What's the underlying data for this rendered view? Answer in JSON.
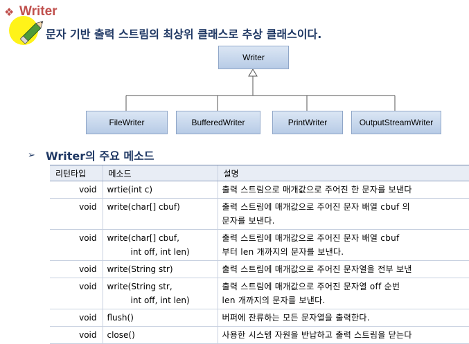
{
  "title": {
    "bullet": "❖",
    "text": "Writer"
  },
  "subtitle": {
    "bullet": "➢",
    "text": "문자 기반 출력 스트림의 최상위 클래스로 추상 클래스이다."
  },
  "hierarchy": {
    "root": "Writer",
    "children": [
      "FileWriter",
      "BufferedWriter",
      "PrintWriter",
      "OutputStreamWriter"
    ]
  },
  "section": {
    "bullet": "➢",
    "text": "Writer의 주요 메소드"
  },
  "table": {
    "headers": [
      "리턴타입",
      "메소드",
      "설명"
    ],
    "rows": [
      {
        "type": "void",
        "method": [
          "wrtie(int c)"
        ],
        "desc": [
          "출력 스트림으로 매개값으로 주어진 한 문자를 보낸다"
        ]
      },
      {
        "type": "void",
        "method": [
          "write(char[] cbuf)"
        ],
        "desc": [
          "출력 스트림에 매개값으로 주어진 문자 배열 cbuf 의",
          "문자를 보낸다."
        ]
      },
      {
        "type": "void",
        "method": [
          "write(char[] cbuf,",
          "int off, int len)"
        ],
        "desc": [
          "출력 스트림에 매개값으로 주어진 문자 배열 cbuf",
          "부터 len 개까지의 문자를 보낸다."
        ]
      },
      {
        "type": "void",
        "method": [
          "write(String str)"
        ],
        "desc": [
          "출력 스트림에 매개값으로 주어진 문자열을 전부 보낸"
        ]
      },
      {
        "type": "void",
        "method": [
          "write(String str,",
          "int off, int len)"
        ],
        "desc": [
          "출력 스트림에 매개값으로 주어진 문자열 off 순번",
          "len 개까지의 문자를 보낸다."
        ]
      },
      {
        "type": "void",
        "method": [
          "flush()"
        ],
        "desc": [
          "버퍼에 잔류하는 모든 문자열을 출력한다."
        ]
      },
      {
        "type": "void",
        "method": [
          "close()"
        ],
        "desc": [
          "사용한 시스템 자원을 반납하고 출력 스트림을 닫는다"
        ]
      }
    ]
  },
  "colors": {
    "title": "#c0504d",
    "heading": "#1f3864",
    "box": "#b7cbe6",
    "cursor": "#fff200"
  },
  "icons": {
    "cursor": "pencil-pointer-icon"
  }
}
